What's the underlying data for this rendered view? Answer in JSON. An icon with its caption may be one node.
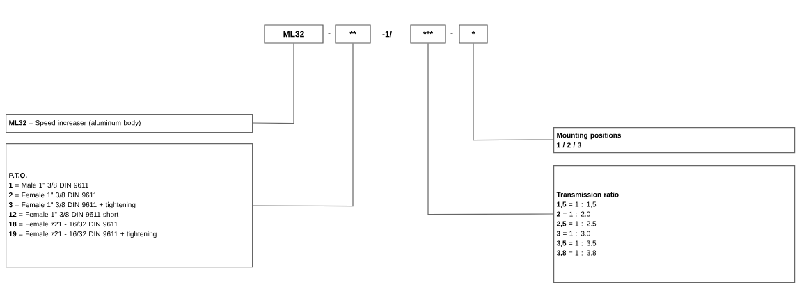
{
  "diagram": {
    "nodes": [
      {
        "text": [
          "ML32"
        ]
      },
      {
        "text": [
          "**"
        ]
      },
      {
        "text": [
          "***"
        ]
      },
      {
        "text": [
          "*"
        ]
      },
      {
        "text": [
          "**ML32** = Speed increaser (aluminum body)"
        ]
      },
      {
        "text": [
          "P.T.O.",
          "**1** = Male 1\" 3/8 DIN 9611",
          "**2** = Female 1\" 3/8 DIN 9611",
          "**3** = Female 1\" 3/8 DIN 9611 + tightening",
          "**12** = Female 1\" 3/8 DIN 9611 short",
          "**18** = Female z21 - 16/32 DIN 9611",
          "**19** = Female z21 - 16/32 DIN 9611 + tightening"
        ]
      },
      {
        "text": [
          "Mounting positions",
          "1 / 2 / 3"
        ]
      },
      {
        "text": [
          "Transmission ratio",
          "**1,5** = 1 : 1,5",
          "**2** = 1 : 2.0",
          "**2,5** = 1 : 2.5",
          "**3** = 1 : 3.0",
          "**3,5** = 1 : 3.5",
          "**3,8** = 1 : 3.8"
        ]
      }
    ],
    "edges": [
      {
        "from": 0,
        "to": 4,
        "arrow": "none"
      },
      {
        "from": 1,
        "to": 5,
        "arrow": "none"
      },
      {
        "from": 2,
        "to": 7,
        "arrow": "none"
      },
      {
        "from": 3,
        "to": 6,
        "arrow": "none"
      }
    ],
    "labels": [
      "-",
      "-1/",
      "-"
    ]
  }
}
